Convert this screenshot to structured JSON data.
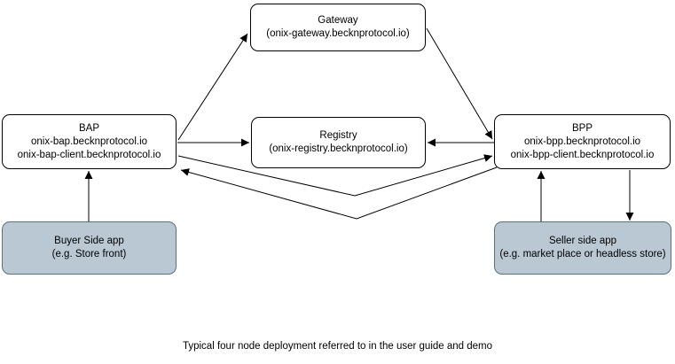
{
  "diagram": {
    "nodes": {
      "gateway": {
        "title": "Gateway",
        "lines": [
          "(onix-gateway.becknprotocol.io)"
        ]
      },
      "bap": {
        "title": "BAP",
        "lines": [
          "onix-bap.becknprotocol.io",
          "onix-bap-client.becknprotocol.io"
        ]
      },
      "registry": {
        "title": "Registry",
        "lines": [
          "(onix-registry.becknprotocol.io)"
        ]
      },
      "bpp": {
        "title": "BPP",
        "lines": [
          "onix-bpp.becknprotocol.io",
          "onix-bpp-client.becknprotocol.io"
        ]
      },
      "buyer_app": {
        "title": "Buyer Side app",
        "lines": [
          "(e.g. Store front)"
        ]
      },
      "seller_app": {
        "title": "Seller side app",
        "lines": [
          "(e.g. market place or headless store)"
        ]
      }
    },
    "arrows": [
      "bap-to-gateway",
      "gateway-to-bpp",
      "bap-to-registry",
      "bpp-to-registry",
      "bap-to-bpp",
      "bpp-to-bap",
      "buyer-app-to-bap",
      "seller-app-to-bpp",
      "bpp-to-seller-app"
    ],
    "caption": "Typical four node deployment referred to in the user guide and demo",
    "colors": {
      "node_fill": "#ffffff",
      "node_border": "#000000",
      "app_fill": "#bac8d3",
      "app_border": "#59707f",
      "arrow": "#000000"
    }
  }
}
